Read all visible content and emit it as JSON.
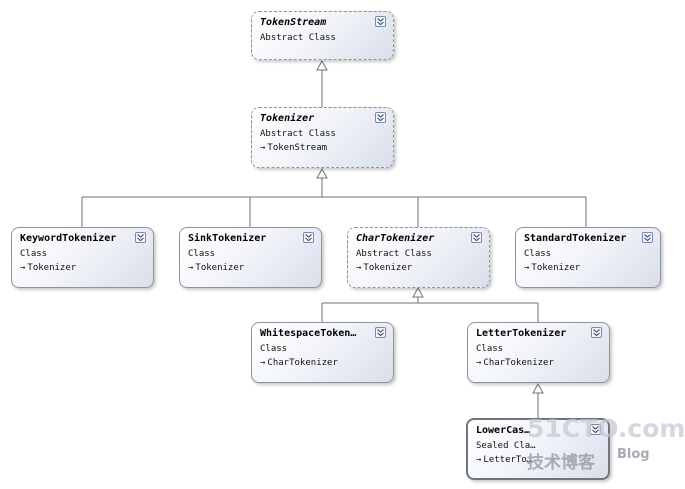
{
  "diagram": {
    "classes": [
      {
        "id": "tokenstream",
        "name": "TokenStream",
        "stereotype": "Abstract Class",
        "base": "",
        "kind": "abstract"
      },
      {
        "id": "tokenizer",
        "name": "Tokenizer",
        "stereotype": "Abstract Class",
        "base": "TokenStream",
        "kind": "abstract"
      },
      {
        "id": "keywordtokenizer",
        "name": "KeywordTokenizer",
        "stereotype": "Class",
        "base": "Tokenizer",
        "kind": "class"
      },
      {
        "id": "sinktokenizer",
        "name": "SinkTokenizer",
        "stereotype": "Class",
        "base": "Tokenizer",
        "kind": "class"
      },
      {
        "id": "chartokenizer",
        "name": "CharTokenizer",
        "stereotype": "Abstract Class",
        "base": "Tokenizer",
        "kind": "abstract"
      },
      {
        "id": "standardtokenizer",
        "name": "StandardTokenizer",
        "stereotype": "Class",
        "base": "Tokenizer",
        "kind": "class"
      },
      {
        "id": "whitespacetokenizer",
        "name": "WhitespaceToken…",
        "stereotype": "Class",
        "base": "CharTokenizer",
        "kind": "class"
      },
      {
        "id": "lettertokenizer",
        "name": "LetterTokenizer",
        "stereotype": "Class",
        "base": "CharTokenizer",
        "kind": "class"
      },
      {
        "id": "lowercasetokenizer",
        "name": "LowerCas…",
        "stereotype": "Sealed Cla…",
        "base": "LetterTo…",
        "kind": "sealed"
      }
    ],
    "inheritance": [
      {
        "child": "tokenizer",
        "parent": "tokenstream"
      },
      {
        "child": "keywordtokenizer",
        "parent": "tokenizer"
      },
      {
        "child": "sinktokenizer",
        "parent": "tokenizer"
      },
      {
        "child": "chartokenizer",
        "parent": "tokenizer"
      },
      {
        "child": "standardtokenizer",
        "parent": "tokenizer"
      },
      {
        "child": "whitespacetokenizer",
        "parent": "chartokenizer"
      },
      {
        "child": "lettertokenizer",
        "parent": "chartokenizer"
      },
      {
        "child": "lowercasetokenizer",
        "parent": "lettertokenizer"
      }
    ]
  },
  "watermark": {
    "site": "51CTO.com",
    "tagline": "技术博客",
    "blog": "Blog"
  },
  "colors": {
    "border": "#8e949c",
    "gradient_end": "#d9deea",
    "connector": "#6e7276"
  }
}
